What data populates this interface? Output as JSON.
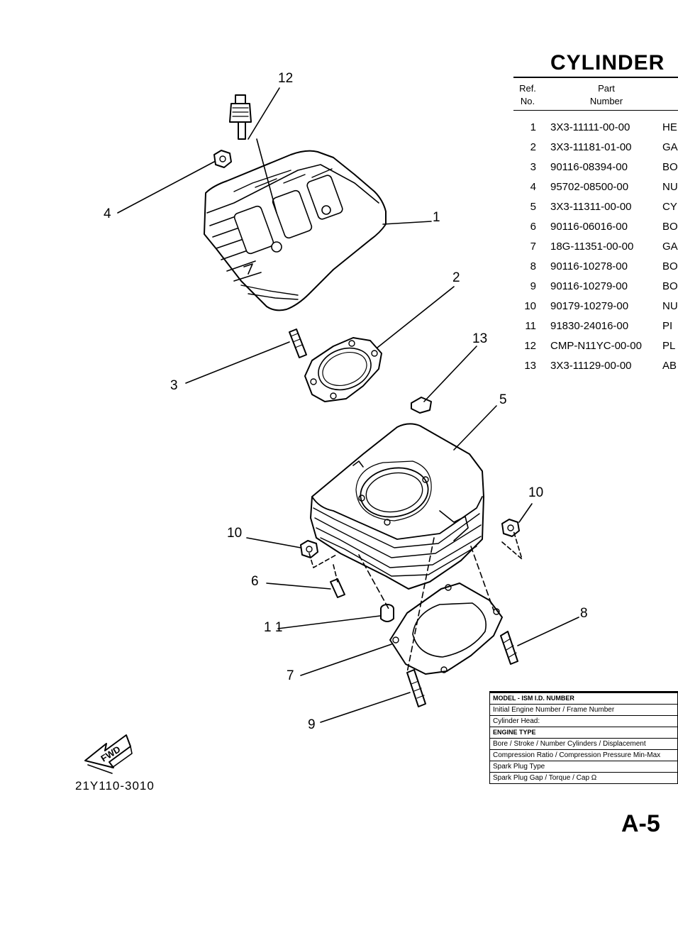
{
  "section_title": "CYLINDER",
  "table_header": {
    "ref_line1": "Ref.",
    "ref_line2": "No.",
    "part_line1": "Part",
    "part_line2": "Number"
  },
  "parts": [
    {
      "ref": "1",
      "part_number": "3X3-11111-00-00",
      "desc": "HE"
    },
    {
      "ref": "2",
      "part_number": "3X3-11181-01-00",
      "desc": "GA"
    },
    {
      "ref": "3",
      "part_number": "90116-08394-00",
      "desc": "BO"
    },
    {
      "ref": "4",
      "part_number": "95702-08500-00",
      "desc": "NU"
    },
    {
      "ref": "5",
      "part_number": "3X3-11311-00-00",
      "desc": "CY"
    },
    {
      "ref": "6",
      "part_number": "90116-06016-00",
      "desc": "BO"
    },
    {
      "ref": "7",
      "part_number": "18G-11351-00-00",
      "desc": "GA"
    },
    {
      "ref": "8",
      "part_number": "90116-10278-00",
      "desc": "BO"
    },
    {
      "ref": "9",
      "part_number": "90116-10279-00",
      "desc": "BO"
    },
    {
      "ref": "10",
      "part_number": "90179-10279-00",
      "desc": "NU"
    },
    {
      "ref": "11",
      "part_number": "91830-24016-00",
      "desc": "PI"
    },
    {
      "ref": "12",
      "part_number": "CMP-N11YC-00-00",
      "desc": "PL"
    },
    {
      "ref": "13",
      "part_number": "3X3-11129-00-00",
      "desc": "AB"
    }
  ],
  "callouts": {
    "c1": "1",
    "c2": "2",
    "c3": "3",
    "c4": "4",
    "c5": "5",
    "c6": "6",
    "c7": "7",
    "c8": "8",
    "c9": "9",
    "c10a": "10",
    "c10b": "10",
    "c11": "1 1",
    "c12": "12",
    "c13": "13"
  },
  "fwd_label": "FWD",
  "drawing_code": "21Y110-3010",
  "page_number": "A-5",
  "info_table": [
    {
      "text": "MODEL - ISM I.D. NUMBER",
      "bold": true
    },
    {
      "text": "Initial Engine Number / Frame Number",
      "bold": false
    },
    {
      "text": "Cylinder Head:",
      "bold": false
    },
    {
      "text": "ENGINE TYPE",
      "bold": true
    },
    {
      "text": "Bore / Stroke / Number Cylinders / Displacement",
      "bold": false
    },
    {
      "text": "Compression Ratio / Compression Pressure Min-Max",
      "bold": false
    },
    {
      "text": "Spark Plug Type",
      "bold": false
    },
    {
      "text": "Spark Plug Gap / Torque / Cap Ω",
      "bold": false
    }
  ]
}
